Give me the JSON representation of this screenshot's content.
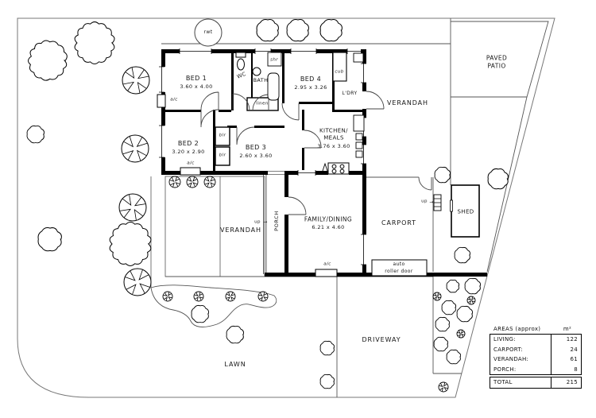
{
  "plan": {
    "site_labels": {
      "rwt": "rwt",
      "paved_patio_line1": "PAVED",
      "paved_patio_line2": "PATIO",
      "verandah": "VERANDAH",
      "carport": "CARPORT",
      "shed": "SHED",
      "porch": "PORCH",
      "up": "up",
      "up_arrow": "→",
      "auto_roller_line1": "auto",
      "auto_roller_line2": "roller door",
      "driveway": "DRIVEWAY",
      "lawn": "LAWN"
    },
    "rooms": {
      "bed1": {
        "name": "BED 1",
        "dims": "3.60 x 4.00"
      },
      "bed2": {
        "name": "BED 2",
        "dims": "3.20 x 2.90"
      },
      "bed3": {
        "name": "BED 3",
        "dims": "2.60 x 3.60"
      },
      "bed4": {
        "name": "BED 4",
        "dims": "2.95 x 3.26"
      },
      "kitchen": {
        "line1": "KITCHEN/",
        "line2": "MEALS",
        "dims": "3.76 x 3.60"
      },
      "family": {
        "name": "FAMILY/DINING",
        "dims": "6.21 x 4.60"
      }
    },
    "fixture_labels": {
      "wc": "WC",
      "bath": "BATH",
      "shr": "shr",
      "linen": "linen",
      "cub": "cub",
      "ldry": "L'DRY",
      "blr": "blr",
      "ac": "a/c"
    }
  },
  "areas_table": {
    "title": "AREAS (approx)",
    "unit": "m²",
    "rows": [
      {
        "label": "LIVING:",
        "value": "122"
      },
      {
        "label": "CARPORT:",
        "value": "24"
      },
      {
        "label": "VERANDAH:",
        "value": "61"
      },
      {
        "label": "PORCH:",
        "value": "8"
      }
    ],
    "total_label": "TOTAL",
    "total_value": "215"
  }
}
